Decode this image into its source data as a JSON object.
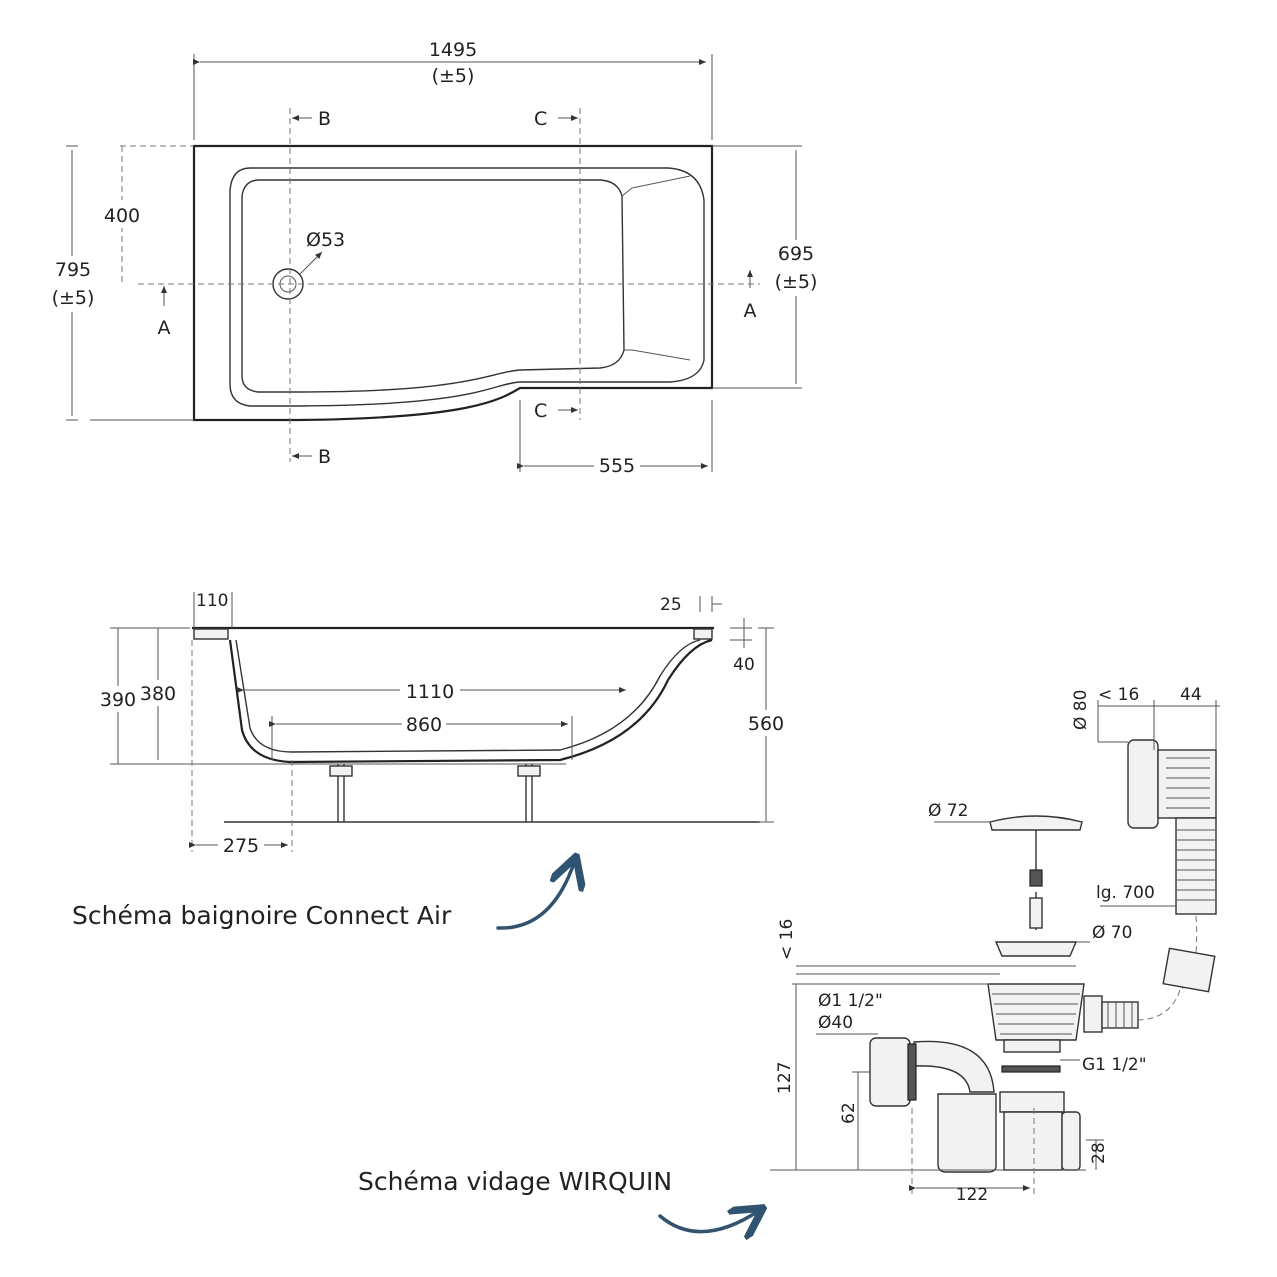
{
  "top_view": {
    "width_label": "1495",
    "width_tol": "(±5)",
    "height_label": "795",
    "height_tol": "(±5)",
    "right_height_label": "695",
    "right_height_tol": "(±5)",
    "offset_label": "400",
    "drain_label": "Ø53",
    "bottom_label": "555",
    "section_b": "B",
    "section_c": "C",
    "section_a": "A"
  },
  "side_view": {
    "rim_left": "110",
    "rim_right": "25",
    "rim_thick": "40",
    "height_390": "390",
    "height_380": "380",
    "total_height": "560",
    "inner_length": "1110",
    "floor_length": "860",
    "drain_offset": "275"
  },
  "drain_kit": {
    "d80": "Ø 80",
    "lt16_top": "< 16",
    "w44": "44",
    "d72": "Ø 72",
    "lg700": "lg. 700",
    "lt16_side": "< 16",
    "d70": "Ø 70",
    "d1_5": "Ø1 1/2\"",
    "d40": "Ø40",
    "g1_5": "G1 1/2\"",
    "h127": "127",
    "h62": "62",
    "h28": "28",
    "w122": "122"
  },
  "captions": {
    "bath": "Schéma baignoire Connect Air",
    "drain": "Schéma vidage WIRQUIN"
  },
  "colors": {
    "arrow": "#2f5373",
    "line": "#333333"
  }
}
